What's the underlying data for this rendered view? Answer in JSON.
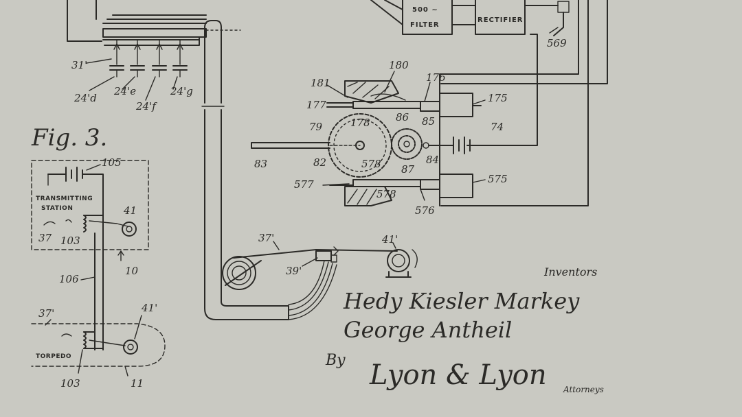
{
  "figure": {
    "title": "Fig. 3."
  },
  "blocks": {
    "filter": [
      "500 ~",
      "FILTER"
    ],
    "rectifier": "RECTIFIER"
  },
  "fig3": {
    "transmitting_station": [
      "TRANSMITTING",
      "STATION"
    ],
    "torpedo": "TORPEDO"
  },
  "labels": {
    "r569": "569",
    "r31": "31'",
    "r24d": "24'd",
    "r24e": "24'e",
    "r24f": "24'f",
    "r24g": "24'g",
    "r181": "181",
    "r180": "180",
    "r176": "176",
    "r175": "175",
    "r177": "177",
    "r178": "178",
    "r86": "86",
    "r85": "85",
    "r79": "79",
    "r74": "74",
    "r83": "83",
    "r82": "82",
    "r578": "578",
    "r87": "87",
    "r84": "84",
    "r577": "577",
    "r575": "575",
    "r576": "576",
    "r37p": "37'",
    "r39p": "39'",
    "r41p": "41'",
    "r105": "105",
    "r41": "41",
    "r37": "37",
    "r103": "103",
    "r10": "10",
    "r106": "106",
    "r37b": "37'",
    "r41b": "41'",
    "r103b": "103",
    "r11": "11",
    "r578edge": "578"
  },
  "signature": {
    "inventors_heading": "Inventors",
    "inventor_1": "Hedy Kiesler Markey",
    "inventor_2": "George Antheil",
    "by": "By",
    "attorney_signature": "Lyon & Lyon",
    "attorneys_label": "Attorneys"
  }
}
